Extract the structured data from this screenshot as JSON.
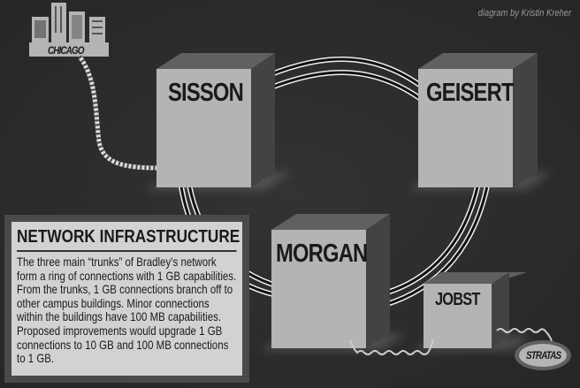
{
  "credit": "diagram by Kristin Kreher",
  "city": {
    "label": "CHICAGO"
  },
  "buildings": {
    "sisson": "SISSON",
    "geisert": "GEISERT",
    "morgan": "MORGAN",
    "jobst": "JOBST"
  },
  "external": {
    "stratas": "STRATAS"
  },
  "info": {
    "title": "NETWORK INFRASTRUCTURE",
    "text": "The three main “trunks” of Bradley’s network form a ring of connections with 1 GB capabilities. From the trunks, 1 GB connections branch off to other campus buildings. Minor connections within the buildings have 100 MB capabilities. Proposed improvements would upgrade 1 GB connections to 10 GB and 100 MB connections to 1 GB."
  },
  "colors": {
    "background": "#2b2b2b",
    "building_front": "#b3b4b3",
    "building_side": "#424342",
    "building_top": "#5f605f",
    "cable": "#111111"
  }
}
